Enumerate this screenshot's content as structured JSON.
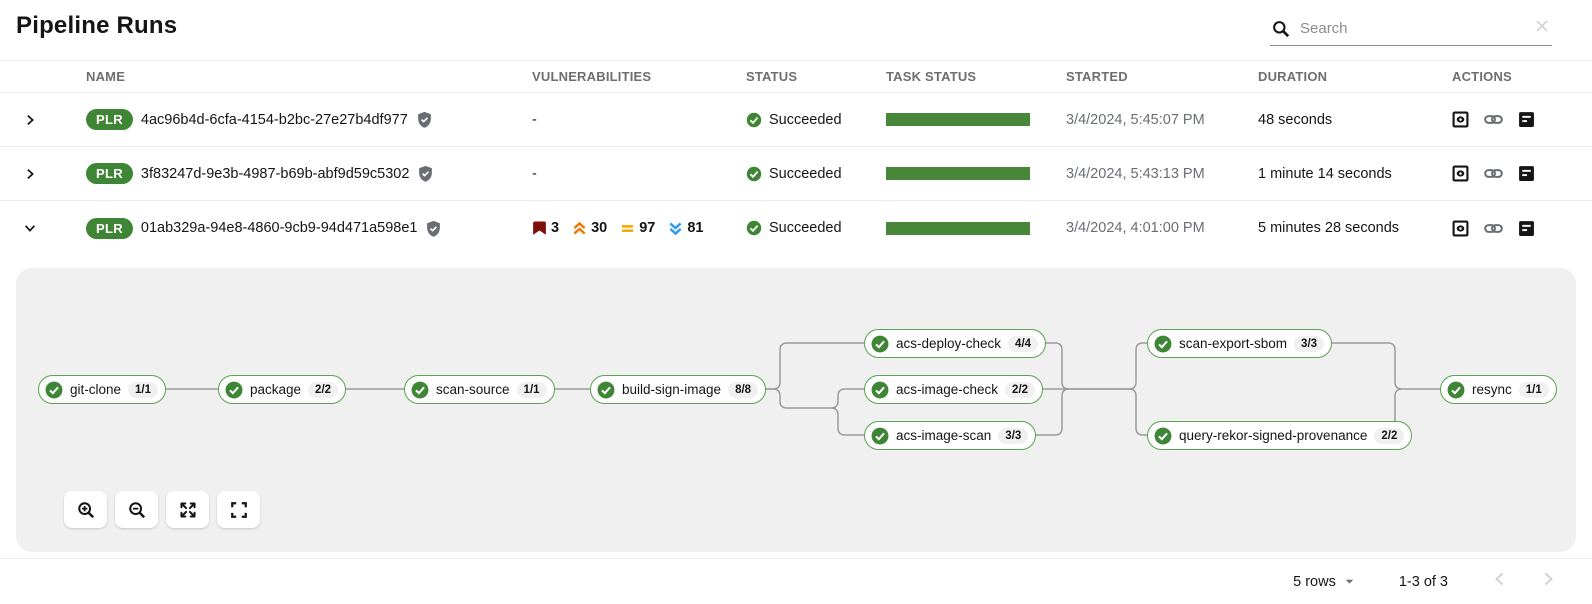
{
  "page": {
    "title": "Pipeline Runs"
  },
  "search": {
    "placeholder": "Search"
  },
  "table": {
    "columns": [
      "NAME",
      "VULNERABILITIES",
      "STATUS",
      "TASK STATUS",
      "STARTED",
      "DURATION",
      "ACTIONS"
    ],
    "rows": [
      {
        "badge": "PLR",
        "name": "4ac96b4d-6cfa-4154-b2bc-27e27b4df977",
        "vulnerabilities": "-",
        "status": "Succeeded",
        "started": "3/4/2024, 5:45:07 PM",
        "duration": "48 seconds",
        "expanded": false
      },
      {
        "badge": "PLR",
        "name": "3f83247d-9e3b-4987-b69b-abf9d59c5302",
        "vulnerabilities": "-",
        "status": "Succeeded",
        "started": "3/4/2024, 5:43:13 PM",
        "duration": "1 minute 14 seconds",
        "expanded": false
      },
      {
        "badge": "PLR",
        "name": "01ab329a-94e8-4860-9cb9-94d471a598e1",
        "vulnerabilities": {
          "critical": 3,
          "high": 30,
          "medium": 97,
          "low": 81
        },
        "status": "Succeeded",
        "started": "3/4/2024, 4:01:00 PM",
        "duration": "5 minutes 28 seconds",
        "expanded": true
      }
    ]
  },
  "pipeline_graph": {
    "tasks": [
      {
        "label": "git-clone",
        "steps": "1/1",
        "status": "succeeded"
      },
      {
        "label": "package",
        "steps": "2/2",
        "status": "succeeded"
      },
      {
        "label": "scan-source",
        "steps": "1/1",
        "status": "succeeded"
      },
      {
        "label": "build-sign-image",
        "steps": "8/8",
        "status": "succeeded"
      },
      {
        "label": "acs-deploy-check",
        "steps": "4/4",
        "status": "succeeded"
      },
      {
        "label": "acs-image-check",
        "steps": "2/2",
        "status": "succeeded"
      },
      {
        "label": "acs-image-scan",
        "steps": "3/3",
        "status": "succeeded"
      },
      {
        "label": "scan-export-sbom",
        "steps": "3/3",
        "status": "succeeded"
      },
      {
        "label": "query-rekor-signed-provenance",
        "steps": "2/2",
        "status": "succeeded"
      },
      {
        "label": "resync",
        "steps": "1/1",
        "status": "succeeded"
      }
    ],
    "toolbar": [
      "zoom-in",
      "zoom-out",
      "fit-to-screen",
      "reset-view"
    ]
  },
  "pagination": {
    "rows_per_page": "5 rows",
    "range": "1-3 of 3"
  },
  "colors": {
    "success_green": "#3e8635",
    "node_border_green": "#5ba352",
    "critical": "#7d1007",
    "high": "#ec7a08",
    "medium": "#f0ab00",
    "low": "#2b9af3"
  }
}
